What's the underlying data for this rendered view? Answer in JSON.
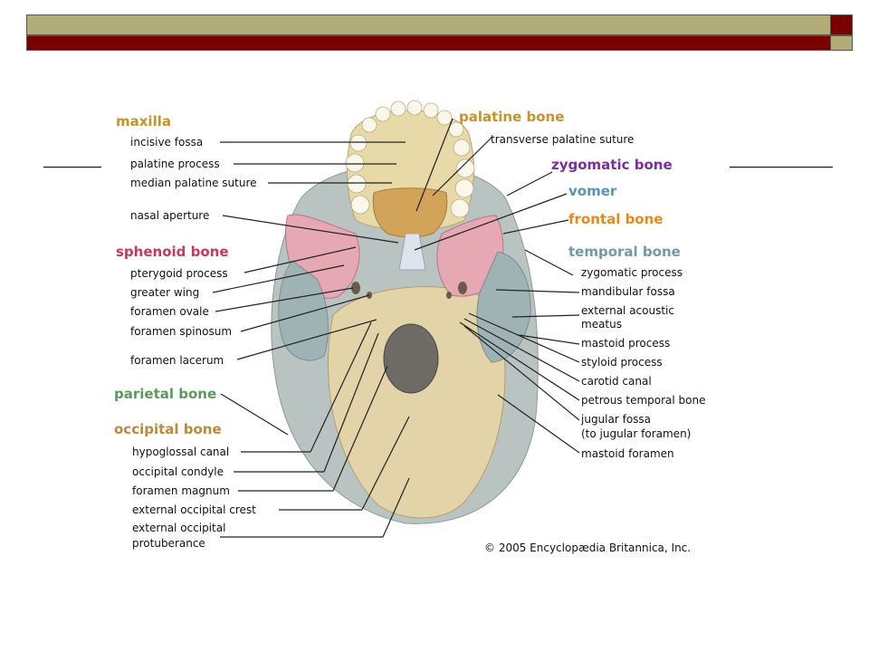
{
  "colors": {
    "olive_bar": "#b2ac78",
    "red_bar": "#7a0000",
    "maxilla": "#c8922a",
    "palatine": "#c8922a",
    "sphenoid": "#c8385a",
    "zygomatic": "#7a2fa0",
    "vomer": "#5c93b0",
    "frontal": "#e58a1a",
    "temporal": "#6f9aa6",
    "parietal": "#5a9a5a",
    "occipital": "#b88a3a"
  },
  "figure": {
    "bones": {
      "maxilla": "maxilla",
      "palatine": "palatine bone",
      "zygomatic": "zygomatic bone",
      "vomer": "vomer",
      "frontal": "frontal bone",
      "temporal": "temporal bone",
      "sphenoid": "sphenoid bone",
      "parietal": "parietal  bone",
      "occipital": "occipital  bone"
    },
    "left_labels": {
      "incisive_fossa": "incisive fossa",
      "palatine_process": "palatine process",
      "median_palatine_suture": "median palatine suture",
      "nasal_aperture": "nasal aperture",
      "pterygoid_process": "pterygoid process",
      "greater_wing": "greater wing",
      "foramen_ovale": "foramen ovale",
      "foramen_spinosum": "foramen spinosum",
      "foramen_lacerum": "foramen lacerum",
      "hypoglossal_canal": "hypoglossal canal",
      "occipital_condyle": "occipital condyle",
      "foramen_magnum": "foramen magnum",
      "external_occipital_crest": "external occipital crest",
      "external_occipital_protuberance_1": "external occipital",
      "external_occipital_protuberance_2": "protuberance"
    },
    "right_labels": {
      "transverse_palatine_suture": "transverse palatine suture",
      "zygomatic_process": "zygomatic process",
      "mandibular_fossa": "mandibular fossa",
      "external_acoustic_1": "external acoustic",
      "external_acoustic_2": "meatus",
      "mastoid_process": "mastoid process",
      "styloid_process": "styloid process",
      "carotid_canal": "carotid canal",
      "petrous_temporal_bone": "petrous temporal bone",
      "jugular_fossa_1": "jugular fossa",
      "jugular_fossa_2": "(to jugular foramen)",
      "mastoid_foramen": "mastoid foramen"
    },
    "copyright": "© 2005 Encyclopædia Britannica, Inc."
  }
}
